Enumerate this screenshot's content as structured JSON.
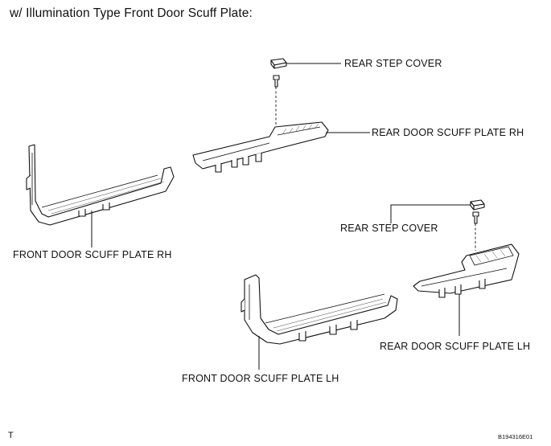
{
  "heading": "w/ Illumination Type Front Door Scuff Plate:",
  "labels": {
    "rear_step_cover_top": "REAR STEP COVER",
    "rear_door_scuff_plate_rh": "REAR DOOR SCUFF PLATE RH",
    "front_door_scuff_plate_rh": "FRONT DOOR SCUFF PLATE RH",
    "rear_step_cover_bottom": "REAR STEP COVER",
    "rear_door_scuff_plate_lh": "REAR DOOR SCUFF PLATE LH",
    "front_door_scuff_plate_lh": "FRONT DOOR SCUFF PLATE LH"
  },
  "corner_mark": "T",
  "figure_code": "B194316E01"
}
